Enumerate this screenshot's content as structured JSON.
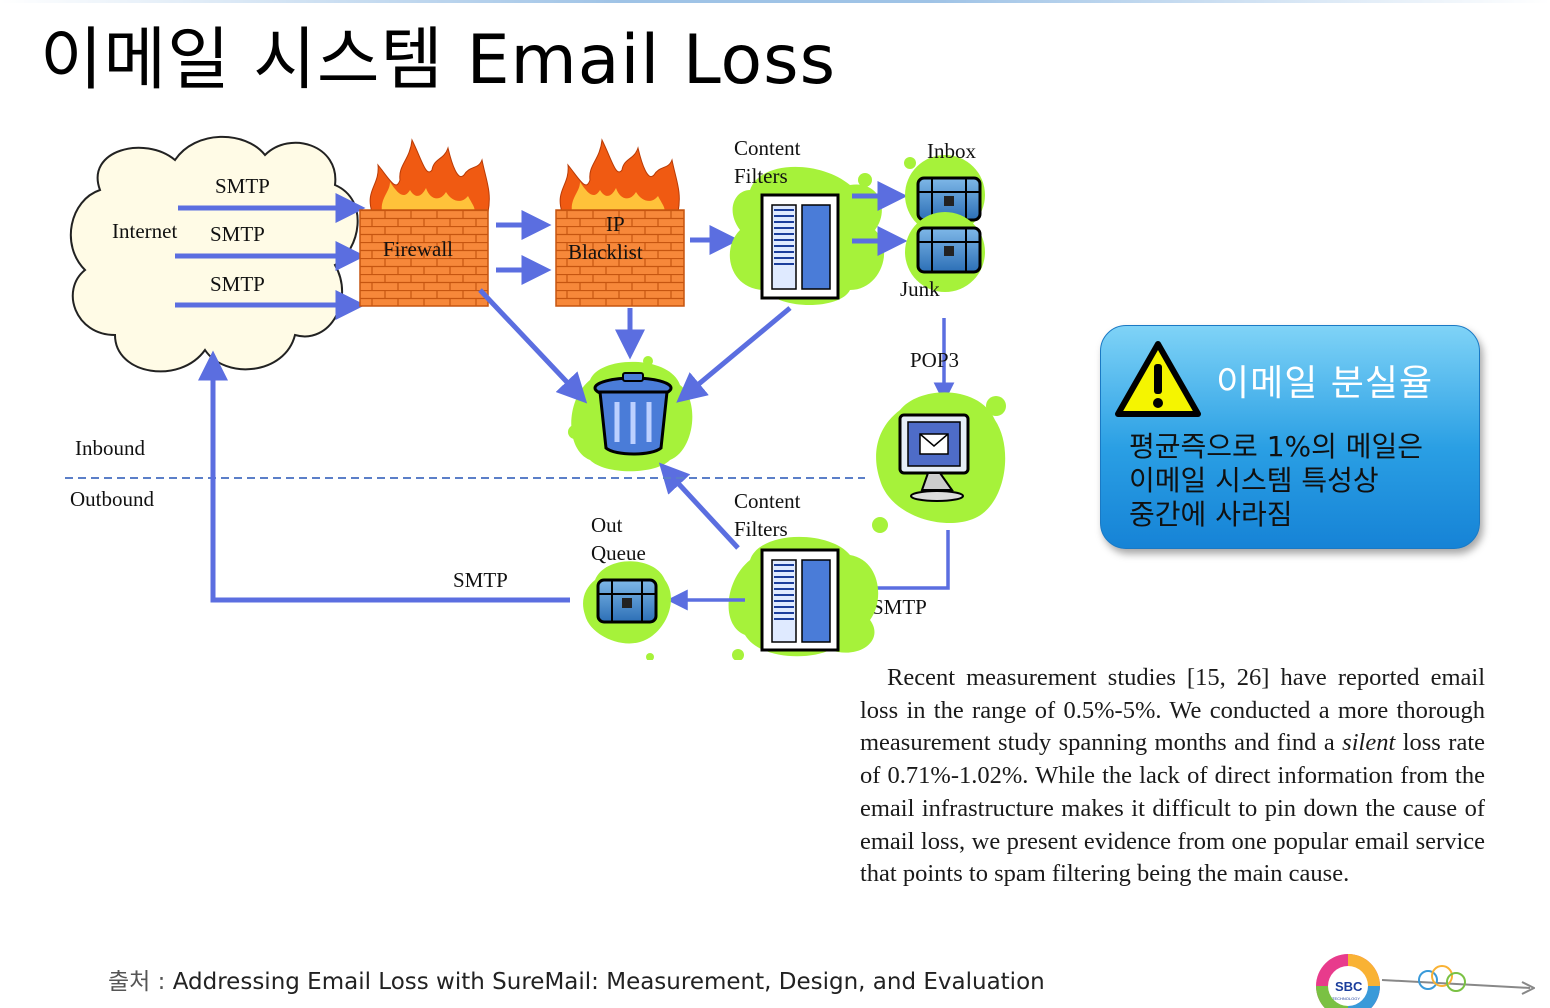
{
  "title": "이메일 시스템 Email Loss",
  "diagram": {
    "internet": "Internet",
    "smtp": "SMTP",
    "firewall": "Firewall",
    "ip_blacklist_line1": "IP",
    "ip_blacklist_line2": "Blacklist",
    "content_filters_line1": "Content",
    "content_filters_line2": "Filters",
    "inbox": "Inbox",
    "junk": "Junk",
    "pop3": "POP3",
    "inbound": "Inbound",
    "outbound": "Outbound",
    "out_queue_line1": "Out",
    "out_queue_line2": "Queue"
  },
  "callout": {
    "title": "이메일 분실율",
    "body_lines": [
      "평균즉으로 1%의 메일은",
      "이메일 시스템 특성상",
      "중간에 사라짐"
    ]
  },
  "excerpt": {
    "before_italic": "Recent measurement studies [15, 26] have reported email loss in the range of 0.5%-5%. We conducted a more thorough measurement study spanning months and find a ",
    "italic": "silent",
    "after_italic": " loss rate of 0.71%-1.02%. While the lack of direct information from the email infrastructure makes it difficult to pin down the cause of email loss, we present evidence from one popular email service that points to spam filtering being the main cause."
  },
  "source": {
    "label": "출처 :",
    "text": "Addressing Email Loss with SureMail: Measurement, Design, and Evaluation"
  },
  "logo": {
    "text": "SBC",
    "subtext": "TECHNOLOGY"
  },
  "colors": {
    "arrow": "#5b6ee0",
    "blob": "#a6f23a",
    "callout": "#2a9fe4",
    "fire": "#f05a12",
    "brick": "#f7883a"
  }
}
